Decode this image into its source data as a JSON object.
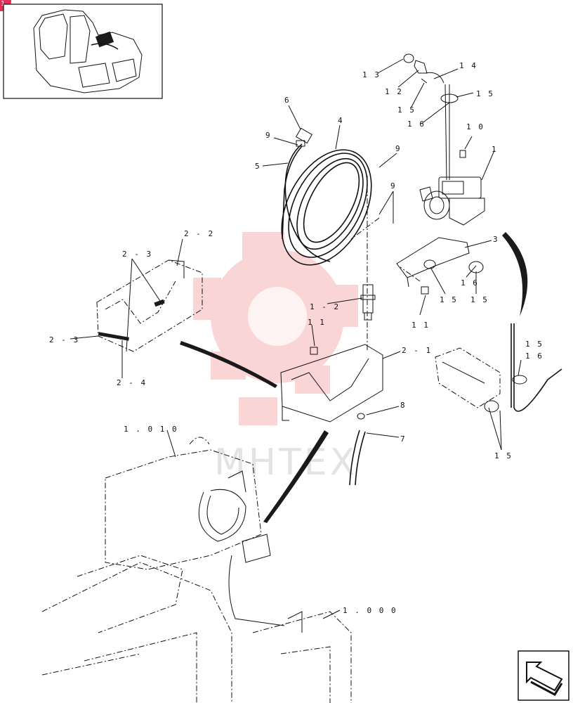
{
  "page_badge": "1",
  "watermark": {
    "text": "MHTEX",
    "color": "#f06a6a"
  },
  "labels": [
    {
      "id": "l13",
      "text": "1 3"
    },
    {
      "id": "l12",
      "text": "1 2"
    },
    {
      "id": "l14",
      "text": "1 4"
    },
    {
      "id": "l15a",
      "text": "1 5"
    },
    {
      "id": "l15b",
      "text": "1 5"
    },
    {
      "id": "l16a",
      "text": "1 6"
    },
    {
      "id": "l6",
      "text": "6"
    },
    {
      "id": "l4",
      "text": "4"
    },
    {
      "id": "l9a",
      "text": "9"
    },
    {
      "id": "l5",
      "text": "5"
    },
    {
      "id": "l9b",
      "text": "9"
    },
    {
      "id": "l9c",
      "text": "9"
    },
    {
      "id": "l10",
      "text": "1 0"
    },
    {
      "id": "l1",
      "text": "1"
    },
    {
      "id": "l3",
      "text": "3"
    },
    {
      "id": "l16b",
      "text": "1 6"
    },
    {
      "id": "l15c",
      "text": "1 5"
    },
    {
      "id": "l15d",
      "text": "1 5"
    },
    {
      "id": "l11a",
      "text": "1 1"
    },
    {
      "id": "l22",
      "text": "2 - 2"
    },
    {
      "id": "l23a",
      "text": "2 - 3"
    },
    {
      "id": "l23b",
      "text": "2 - 3"
    },
    {
      "id": "l24",
      "text": "2 - 4"
    },
    {
      "id": "l12b",
      "text": "1 - 2"
    },
    {
      "id": "l11b",
      "text": "1 1"
    },
    {
      "id": "l21",
      "text": "2 - 1"
    },
    {
      "id": "l8",
      "text": "8"
    },
    {
      "id": "l7",
      "text": "7"
    },
    {
      "id": "l15e",
      "text": "1 5"
    },
    {
      "id": "l16c",
      "text": "1 6"
    },
    {
      "id": "l15f",
      "text": "1 5"
    },
    {
      "id": "l1010",
      "text": "1 . 0 1 0"
    },
    {
      "id": "l1000",
      "text": "1 . 0 0 0"
    }
  ],
  "icons": {
    "nav_arrow": "return-arrow-icon"
  }
}
